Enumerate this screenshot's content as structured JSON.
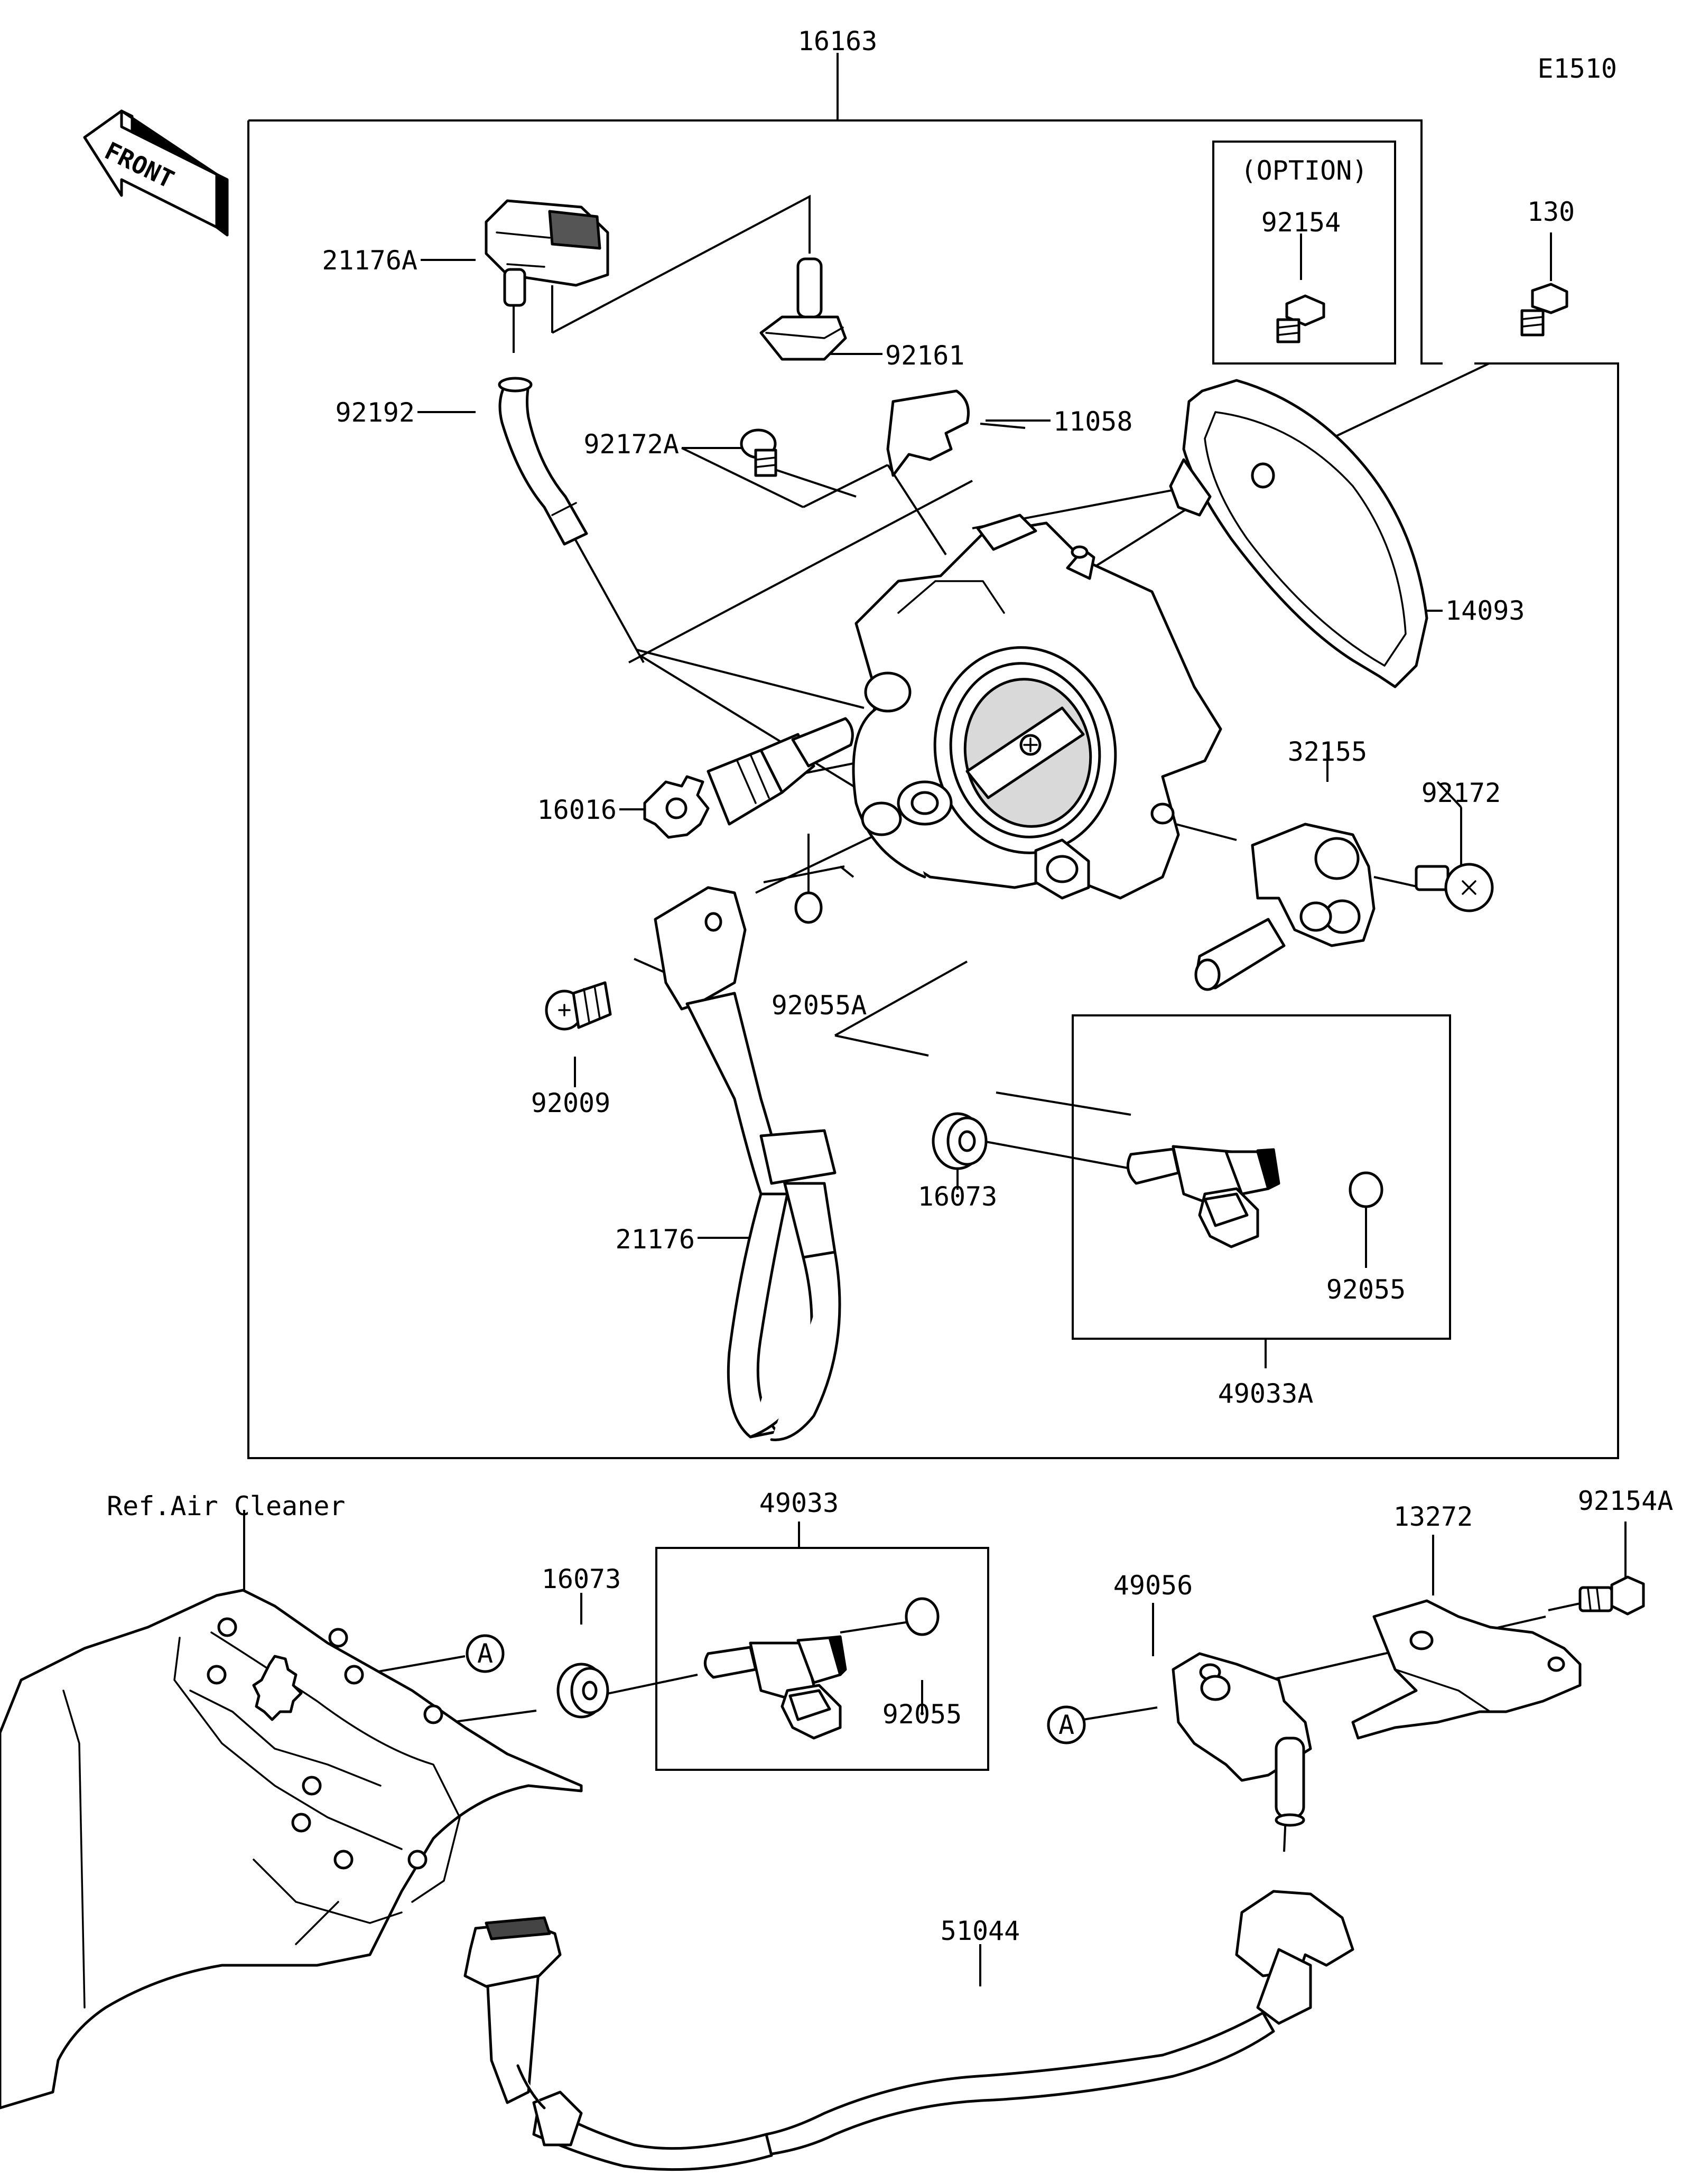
{
  "diagram_code": "E1510",
  "front_label": "FRONT",
  "option_label": "(OPTION)",
  "ref_label": "Ref.Air Cleaner",
  "callouts": {
    "A1": "A",
    "A2": "A"
  },
  "parts": {
    "p16163": "16163",
    "p21176A": "21176A",
    "p92161": "92161",
    "p92154": "92154",
    "p130": "130",
    "p92192": "92192",
    "p92172A": "92172A",
    "p11058": "11058",
    "p14093": "14093",
    "p32155": "32155",
    "p92172": "92172",
    "p16016": "16016",
    "p92055A": "92055A",
    "p92009": "92009",
    "p16073a": "16073",
    "p92055a": "92055",
    "p21176": "21176",
    "p49033A": "49033A",
    "p49033": "49033",
    "p16073b": "16073",
    "p92055b": "92055",
    "p13272": "13272",
    "p92154A": "92154A",
    "p49056": "49056",
    "p51044": "51044"
  }
}
